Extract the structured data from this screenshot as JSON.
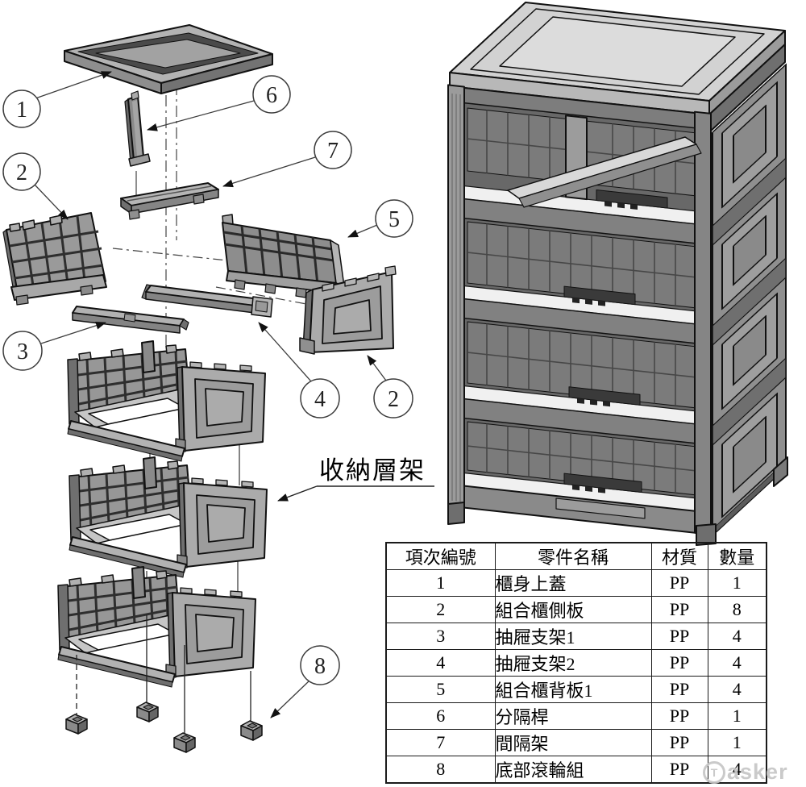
{
  "annotation": {
    "label": "收納層架"
  },
  "callouts": [
    {
      "label": "1"
    },
    {
      "label": "2"
    },
    {
      "label": "6"
    },
    {
      "label": "7"
    },
    {
      "label": "5"
    },
    {
      "label": "3"
    },
    {
      "label": "4"
    },
    {
      "label": "2"
    },
    {
      "label": "8"
    }
  ],
  "parts_table": {
    "headers": [
      "項次編號",
      "零件名稱",
      "材質",
      "數量"
    ],
    "rows": [
      {
        "item": "1",
        "name": "櫃身上蓋",
        "material": "PP",
        "qty": "1"
      },
      {
        "item": "2",
        "name": "組合櫃側板",
        "material": "PP",
        "qty": "8"
      },
      {
        "item": "3",
        "name": "抽屜支架1",
        "material": "PP",
        "qty": "4"
      },
      {
        "item": "4",
        "name": "抽屜支架2",
        "material": "PP",
        "qty": "4"
      },
      {
        "item": "5",
        "name": "組合櫃背板1",
        "material": "PP",
        "qty": "4"
      },
      {
        "item": "6",
        "name": "分隔桿",
        "material": "PP",
        "qty": "1"
      },
      {
        "item": "7",
        "name": "間隔架",
        "material": "PP",
        "qty": "1"
      },
      {
        "item": "8",
        "name": "底部滾輪組",
        "material": "PP",
        "qty": "4"
      }
    ]
  },
  "watermark": {
    "logo_letter": "T",
    "text": "asker"
  },
  "colors": {
    "outline": "#111111",
    "part_mid": "#9a9a9a",
    "part_dark": "#6f6f6f",
    "part_light": "#d2d2d2",
    "shelf_white": "#f0f0f0",
    "table_border": "#1a1a1a",
    "watermark": "#c6c6c6"
  }
}
